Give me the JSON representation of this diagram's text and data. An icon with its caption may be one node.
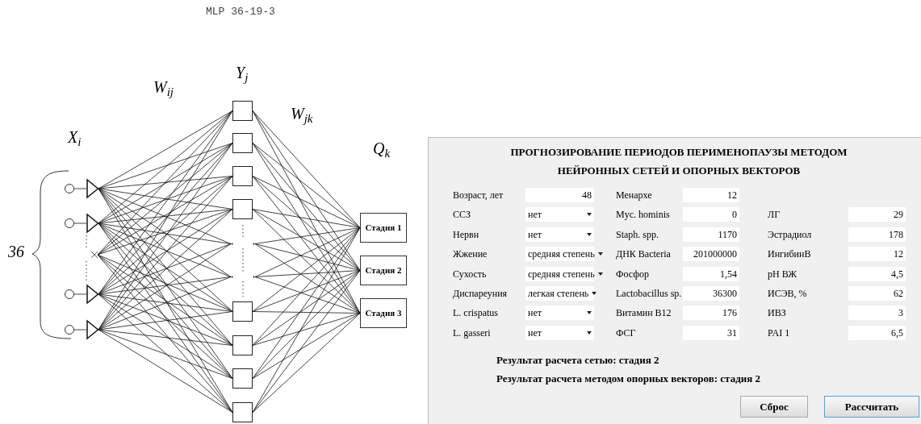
{
  "diagram": {
    "nodes": [
      {
        "text": [],
        "shape": "circle"
      },
      {
        "text": [],
        "shape": "circle"
      },
      {
        "text": [],
        "shape": "circle"
      },
      {
        "text": [],
        "shape": "circle"
      },
      {
        "text": [],
        "shape": "triangle"
      },
      {
        "text": [],
        "shape": "triangle"
      },
      {
        "text": [],
        "shape": "triangle"
      },
      {
        "text": [],
        "shape": "triangle"
      },
      {
        "text": [],
        "shape": "box"
      },
      {
        "text": [],
        "shape": "box"
      },
      {
        "text": [],
        "shape": "box"
      },
      {
        "text": [],
        "shape": "box"
      },
      {
        "text": [],
        "shape": "box"
      },
      {
        "text": [],
        "shape": "box"
      },
      {
        "text": [],
        "shape": "box"
      },
      {
        "text": [],
        "shape": "box"
      },
      {
        "text": [
          "Стадия 1"
        ]
      },
      {
        "text": [
          "Стадия 2"
        ]
      },
      {
        "text": [
          "Стадия 3"
        ]
      },
      {
        "text": [],
        "shape": "cross"
      },
      {
        "text": [],
        "shape": "dot"
      },
      {
        "text": [],
        "shape": "dot"
      }
    ],
    "edges": [
      {
        "from": 0,
        "to": 4,
        "arrow": "none"
      },
      {
        "from": 1,
        "to": 5,
        "arrow": "none"
      },
      {
        "from": 2,
        "to": 6,
        "arrow": "none"
      },
      {
        "from": 3,
        "to": 7,
        "arrow": "none"
      },
      {
        "from": 4,
        "to": 8,
        "arrow": "none"
      },
      {
        "from": 4,
        "to": 9,
        "arrow": "none"
      },
      {
        "from": 4,
        "to": 10,
        "arrow": "none"
      },
      {
        "from": 4,
        "to": 11,
        "arrow": "none"
      },
      {
        "from": 4,
        "to": 12,
        "arrow": "none"
      },
      {
        "from": 4,
        "to": 13,
        "arrow": "none"
      },
      {
        "from": 4,
        "to": 14,
        "arrow": "none"
      },
      {
        "from": 4,
        "to": 15,
        "arrow": "none"
      },
      {
        "from": 5,
        "to": 8,
        "arrow": "none"
      },
      {
        "from": 5,
        "to": 9,
        "arrow": "none"
      },
      {
        "from": 5,
        "to": 10,
        "arrow": "none"
      },
      {
        "from": 5,
        "to": 11,
        "arrow": "none"
      },
      {
        "from": 5,
        "to": 12,
        "arrow": "none"
      },
      {
        "from": 5,
        "to": 13,
        "arrow": "none"
      },
      {
        "from": 5,
        "to": 14,
        "arrow": "none"
      },
      {
        "from": 5,
        "to": 15,
        "arrow": "none"
      },
      {
        "from": 6,
        "to": 8,
        "arrow": "none"
      },
      {
        "from": 6,
        "to": 9,
        "arrow": "none"
      },
      {
        "from": 6,
        "to": 10,
        "arrow": "none"
      },
      {
        "from": 6,
        "to": 11,
        "arrow": "none"
      },
      {
        "from": 6,
        "to": 12,
        "arrow": "none"
      },
      {
        "from": 6,
        "to": 13,
        "arrow": "none"
      },
      {
        "from": 6,
        "to": 14,
        "arrow": "none"
      },
      {
        "from": 6,
        "to": 15,
        "arrow": "none"
      },
      {
        "from": 7,
        "to": 8,
        "arrow": "none"
      },
      {
        "from": 7,
        "to": 9,
        "arrow": "none"
      },
      {
        "from": 7,
        "to": 10,
        "arrow": "none"
      },
      {
        "from": 7,
        "to": 11,
        "arrow": "none"
      },
      {
        "from": 7,
        "to": 12,
        "arrow": "none"
      },
      {
        "from": 7,
        "to": 13,
        "arrow": "none"
      },
      {
        "from": 7,
        "to": 14,
        "arrow": "none"
      },
      {
        "from": 7,
        "to": 15,
        "arrow": "none"
      },
      {
        "from": 8,
        "to": 16,
        "arrow": "none"
      },
      {
        "from": 8,
        "to": 17,
        "arrow": "none"
      },
      {
        "from": 8,
        "to": 18,
        "arrow": "none"
      },
      {
        "from": 9,
        "to": 16,
        "arrow": "none"
      },
      {
        "from": 9,
        "to": 17,
        "arrow": "none"
      },
      {
        "from": 9,
        "to": 18,
        "arrow": "none"
      },
      {
        "from": 10,
        "to": 16,
        "arrow": "none"
      },
      {
        "from": 10,
        "to": 17,
        "arrow": "none"
      },
      {
        "from": 10,
        "to": 18,
        "arrow": "none"
      },
      {
        "from": 11,
        "to": 16,
        "arrow": "none"
      },
      {
        "from": 11,
        "to": 17,
        "arrow": "none"
      },
      {
        "from": 11,
        "to": 18,
        "arrow": "none"
      },
      {
        "from": 12,
        "to": 16,
        "arrow": "none"
      },
      {
        "from": 12,
        "to": 17,
        "arrow": "none"
      },
      {
        "from": 12,
        "to": 18,
        "arrow": "none"
      },
      {
        "from": 13,
        "to": 16,
        "arrow": "none"
      },
      {
        "from": 13,
        "to": 17,
        "arrow": "none"
      },
      {
        "from": 13,
        "to": 18,
        "arrow": "none"
      },
      {
        "from": 14,
        "to": 16,
        "arrow": "none"
      },
      {
        "from": 14,
        "to": 17,
        "arrow": "none"
      },
      {
        "from": 14,
        "to": 18,
        "arrow": "none"
      },
      {
        "from": 15,
        "to": 16,
        "arrow": "none"
      },
      {
        "from": 15,
        "to": 17,
        "arrow": "none"
      },
      {
        "from": 15,
        "to": 18,
        "arrow": "none"
      },
      {
        "from": 19,
        "to": 8,
        "arrow": "none"
      },
      {
        "from": 19,
        "to": 9,
        "arrow": "none"
      },
      {
        "from": 19,
        "to": 10,
        "arrow": "none"
      },
      {
        "from": 19,
        "to": 11,
        "arrow": "none"
      },
      {
        "from": 19,
        "to": 12,
        "arrow": "none"
      },
      {
        "from": 19,
        "to": 13,
        "arrow": "none"
      },
      {
        "from": 19,
        "to": 14,
        "arrow": "none"
      },
      {
        "from": 19,
        "to": 15,
        "arrow": "none"
      },
      {
        "from": 4,
        "to": 20,
        "arrow": "none"
      },
      {
        "from": 5,
        "to": 20,
        "arrow": "none"
      },
      {
        "from": 6,
        "to": 20,
        "arrow": "none"
      },
      {
        "from": 7,
        "to": 20,
        "arrow": "none"
      },
      {
        "from": 4,
        "to": 21,
        "arrow": "none"
      },
      {
        "from": 5,
        "to": 21,
        "arrow": "none"
      },
      {
        "from": 6,
        "to": 21,
        "arrow": "none"
      },
      {
        "from": 7,
        "to": 21,
        "arrow": "none"
      },
      {
        "from": 20,
        "to": 16,
        "arrow": "none"
      },
      {
        "from": 20,
        "to": 17,
        "arrow": "none"
      },
      {
        "from": 20,
        "to": 18,
        "arrow": "none"
      },
      {
        "from": 21,
        "to": 16,
        "arrow": "none"
      },
      {
        "from": 21,
        "to": 17,
        "arrow": "none"
      },
      {
        "from": 21,
        "to": 18,
        "arrow": "none"
      }
    ],
    "labels": [
      "MLP 36-19-3",
      "Y$_{j}$",
      "W$_{ij}$",
      "W$_{jk}$",
      "X$_{i}$",
      "Q$_{k}$",
      "36",
      "ПРОГНОЗИРОВАНИЕ ПЕРИОДОВ ПЕРИМЕНОПАУЗЫ МЕТОДОМ НЕЙРОННЫХ СЕТЕЙ И ОПОРНЫХ  ВЕКТОРОВ",
      "Возраст, лет",
      "48",
      "Менархе",
      "12",
      "ССЗ",
      "нет",
      "Myc. hominis",
      "0",
      "ЛГ",
      "29",
      "Нервн",
      "нет",
      "Staph. spp.",
      "1170",
      "Эстрадиол",
      "178",
      "Жжение",
      "средняя степень",
      "ДНК Bacteria",
      "201000000",
      "ИнгибинВ",
      "12",
      "Сухость",
      "средняя степень",
      "Фосфор",
      "1,54",
      "pH ВЖ",
      "4,5",
      "Диспареуния",
      "легкая степень",
      "Lactobacillus sp.",
      "36300",
      "ИСЭВ, %",
      "62",
      "L. crispatus",
      "нет",
      "Витамин B12",
      "176",
      "ИВЗ",
      "3",
      "L. gasseri",
      "нет",
      "ФСГ",
      "31",
      "PAI 1",
      "6,5",
      "Результат расчета сетью: стадия 2",
      "Результат расчета методом опорных векторов: стадия 2",
      "Сброс",
      "Рассчитать"
    ]
  }
}
